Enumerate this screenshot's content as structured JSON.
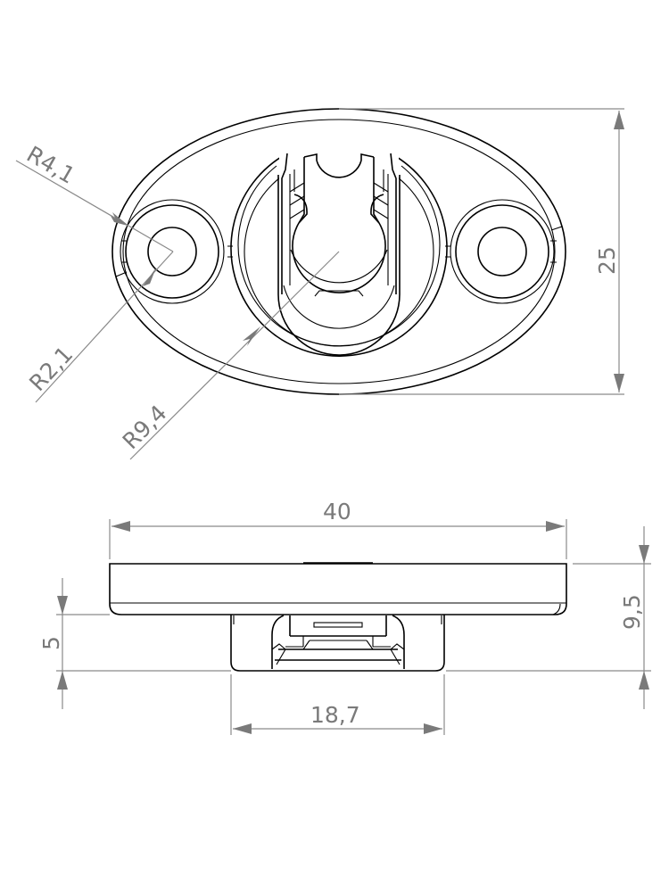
{
  "drawing": {
    "views": [
      {
        "name": "top-view",
        "description": "Oval mounting plate with two mounting holes and central clip socket"
      },
      {
        "name": "side-view",
        "description": "Side elevation of plate with clip body below"
      }
    ],
    "top_view_dimensions": {
      "outer_radius_hole": "R4,1",
      "inner_radius_hole": "R2,1",
      "socket_radius": "R9,4",
      "height": "25"
    },
    "side_view_dimensions": {
      "overall_width": "40",
      "overall_height": "9,5",
      "clip_height": "5",
      "clip_width": "18,7"
    },
    "colors": {
      "part_line": "#000000",
      "dimension_line": "#8a8a8a",
      "dimension_text": "#7a7a7a",
      "background": "#ffffff"
    }
  }
}
